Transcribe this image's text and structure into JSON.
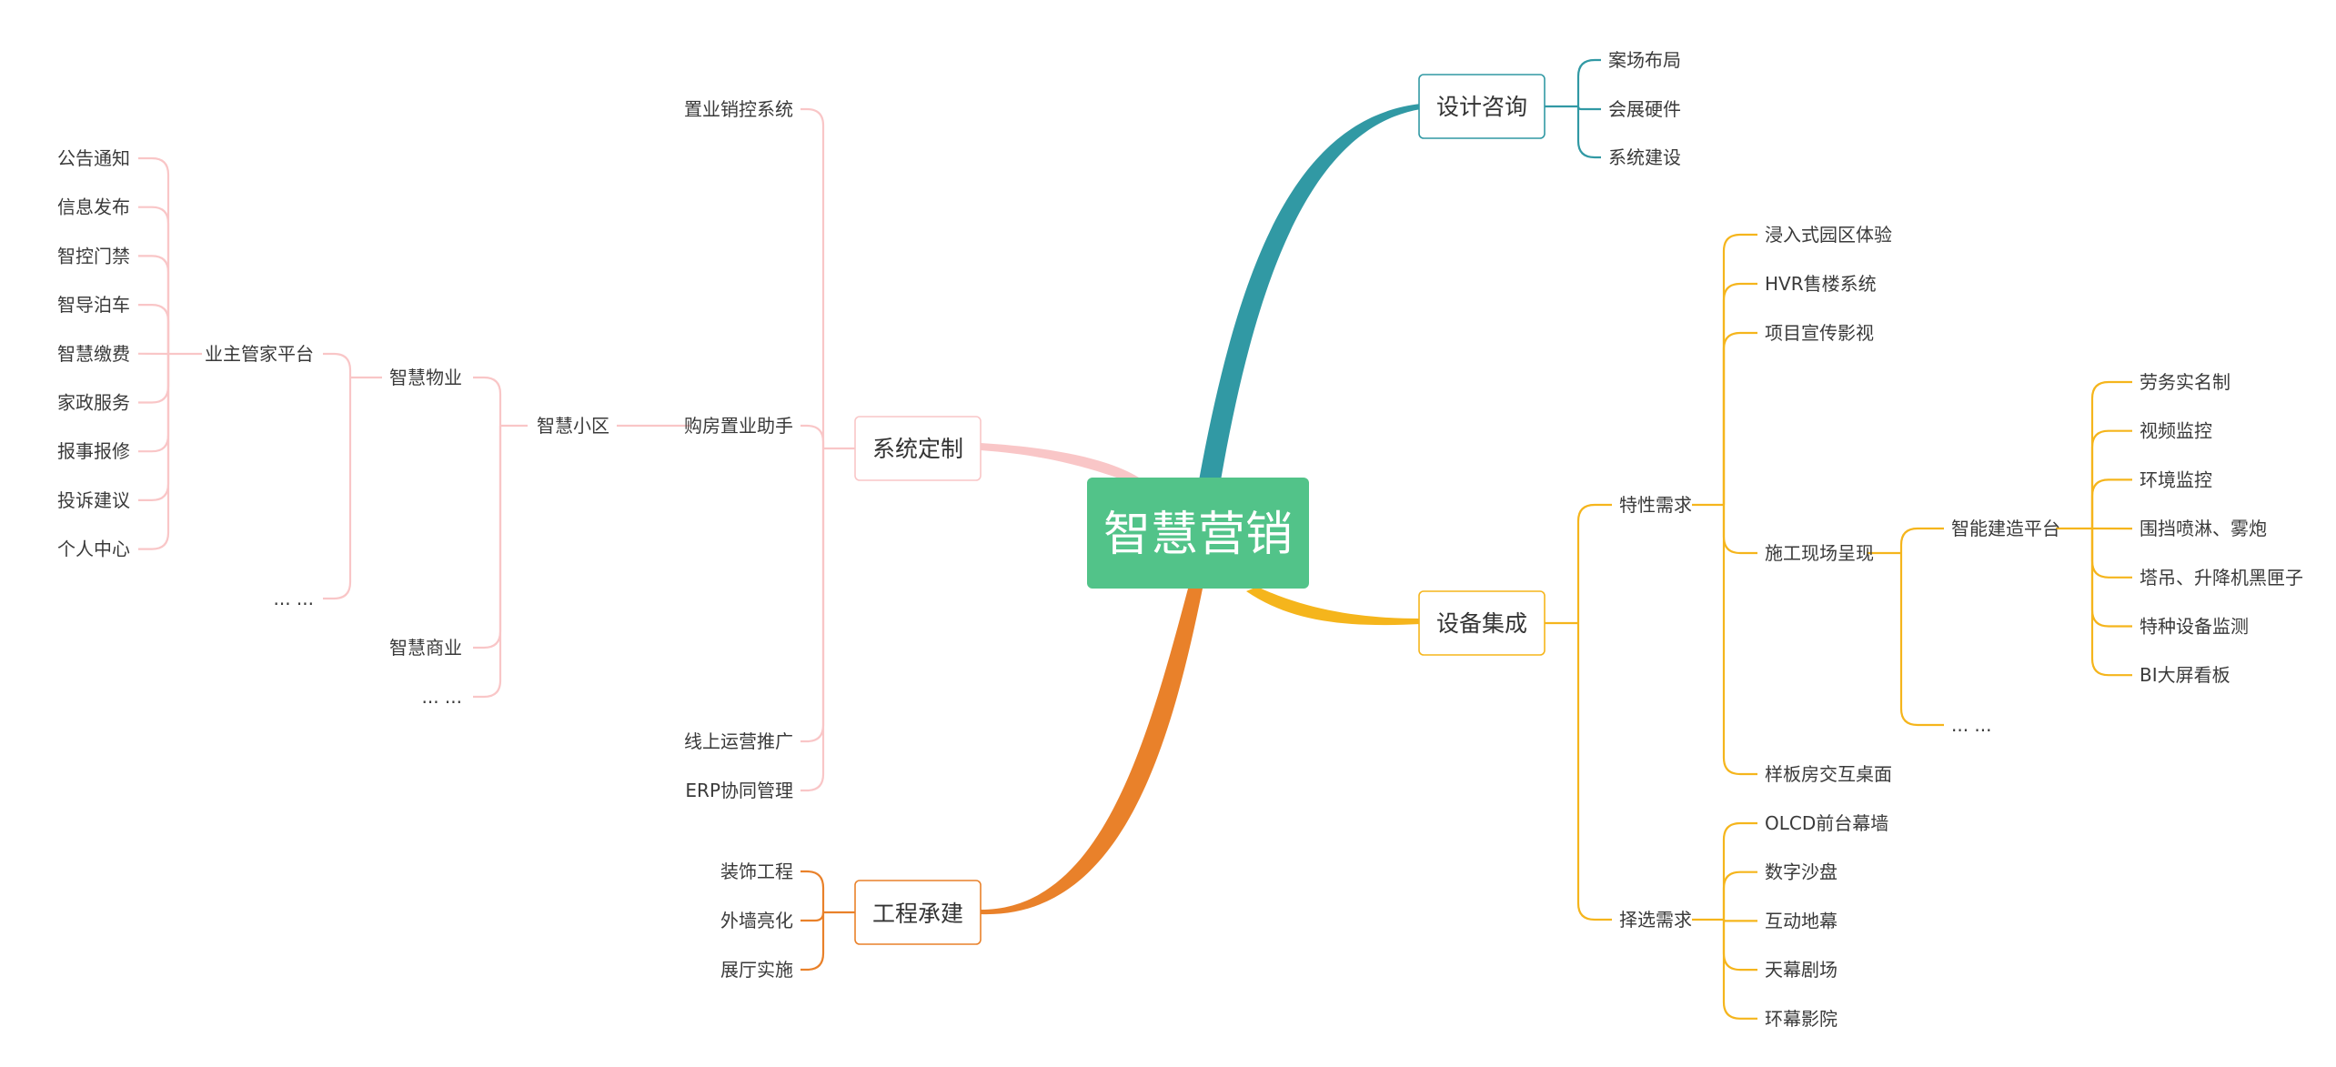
{
  "colors": {
    "root": "#52c389",
    "design": "#3199a4",
    "system": "#f9c6c7",
    "equipment": "#f5b51c",
    "project": "#e9812a",
    "text": "#3a3a3a"
  },
  "root": "智慧营销",
  "design": {
    "label": "设计咨询",
    "items": [
      "案场布局",
      "会展硬件",
      "系统建设"
    ]
  },
  "system": {
    "label": "系统定制",
    "items": {
      "sales_control": "置业销控系统",
      "assistant": "购房置业助手",
      "online_ops": "线上运营推广",
      "erp": "ERP协同管理"
    },
    "community": "智慧小区",
    "property": "智慧物业",
    "commerce": "智慧商业",
    "owner_platform": "业主管家平台",
    "owner_items": [
      "公告通知",
      "信息发布",
      "智控门禁",
      "智导泊车",
      "智慧缴费",
      "家政服务",
      "报事报修",
      "投诉建议",
      "个人中心"
    ],
    "more_property": "... ...",
    "more_community": "... ..."
  },
  "equipment": {
    "label": "设备集成",
    "special": "特性需求",
    "special_items": {
      "immersive": "浸入式园区体验",
      "hvr": "HVR售楼系统",
      "video": "项目宣传影视",
      "site": "施工现场呈现",
      "sample": "样板房交互桌面"
    },
    "platform": "智能建造平台",
    "platform_items": [
      "劳务实名制",
      "视频监控",
      "环境监控",
      "围挡喷淋、雾炮",
      "塔吊、升降机黑匣子",
      "特种设备监测",
      "BI大屏看板"
    ],
    "more_site": "... ...",
    "optional": "择选需求",
    "optional_items": [
      "OLCD前台幕墙",
      "数字沙盘",
      "互动地幕",
      "天幕剧场",
      "环幕影院"
    ]
  },
  "project": {
    "label": "工程承建",
    "items": [
      "装饰工程",
      "外墙亮化",
      "展厅实施"
    ]
  }
}
